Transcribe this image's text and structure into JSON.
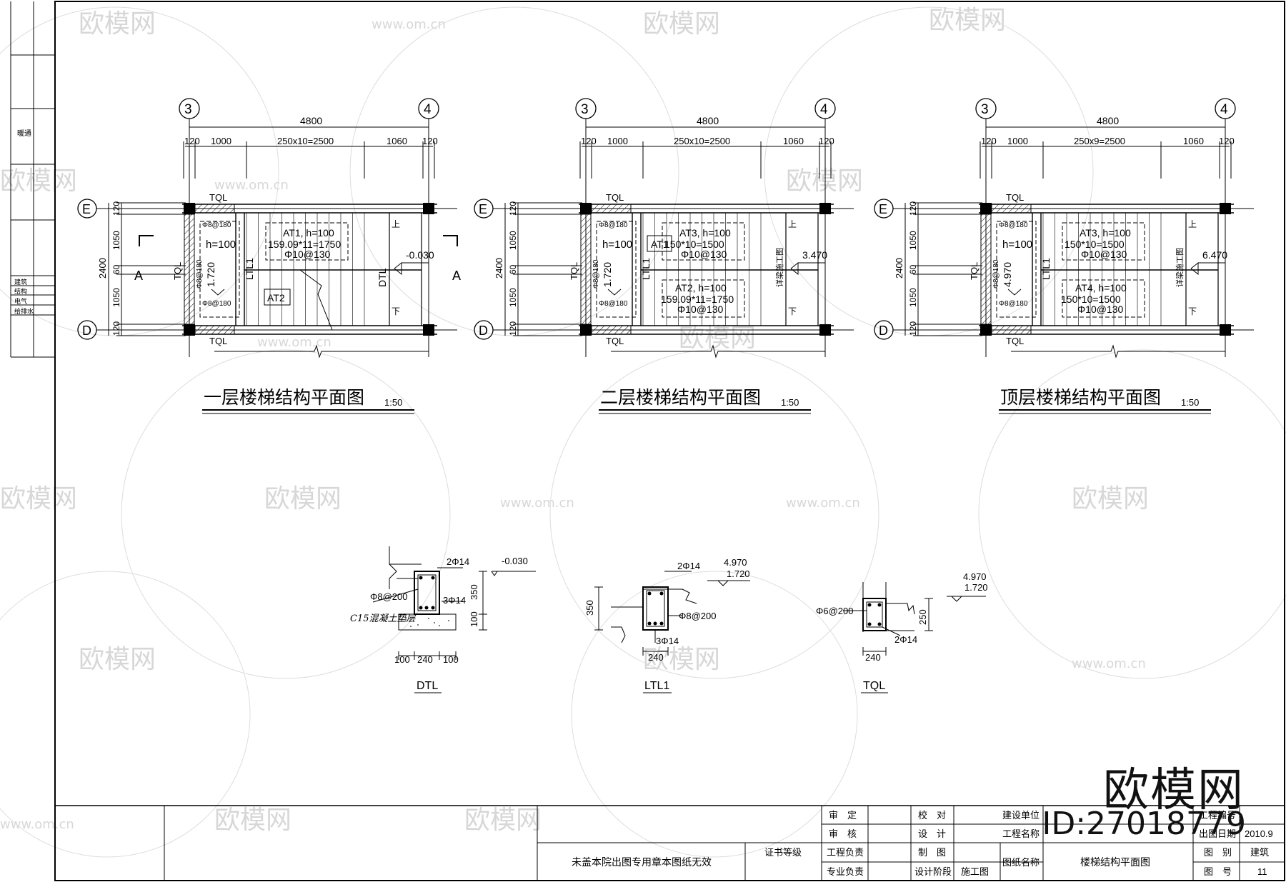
{
  "plans": [
    {
      "title": "一层楼梯结构平面图",
      "scale": "1:50",
      "grid_left": "3",
      "grid_right": "4",
      "grid_top": "E",
      "grid_bottom": "D",
      "total_width": "4800",
      "dims": [
        "120",
        "1000",
        "250x10=2500",
        "1060",
        "120"
      ],
      "vdims": [
        "120",
        "1050",
        "60",
        "1050",
        "120"
      ],
      "vtotal": "2400",
      "beam_top": "TQL",
      "beam_bottom": "TQL",
      "beam_left": "TQL",
      "beam_mid": "LTL1",
      "ltl_level": "1.720",
      "rebar_a": "Φ8@180",
      "rebar_b": "Φ8@180",
      "rebar_c": "Φ8@180",
      "slab_h": "h=100",
      "box1": [
        "AT1, h=100",
        "159.09*11=1750",
        "Φ10@130"
      ],
      "box2": [
        "AT2"
      ],
      "right_label": "DTL",
      "level": "-0.030",
      "section": "A"
    },
    {
      "title": "二层楼梯结构平面图",
      "scale": "1:50",
      "grid_left": "3",
      "grid_right": "4",
      "grid_top": "E",
      "grid_bottom": "D",
      "total_width": "4800",
      "dims": [
        "120",
        "1000",
        "250x10=2500",
        "1060",
        "120"
      ],
      "vdims": [
        "120",
        "1050",
        "60",
        "1050",
        "120"
      ],
      "vtotal": "2400",
      "beam_top": "TQL",
      "beam_bottom": "TQL",
      "beam_left": "TQL",
      "beam_mid": "LTL1",
      "ltl_level": "1.720",
      "rebar_a": "Φ8@180",
      "rebar_b": "Φ8@180",
      "rebar_c": "Φ8@180",
      "slab_h": "h=100",
      "box1": [
        "AT3, h=100",
        "150*10=1500",
        "Φ10@130"
      ],
      "box2": [
        "AT2, h=100",
        "159.09*11=1750",
        "Φ10@130"
      ],
      "left_box": "AT1",
      "right_label": "详梁施工图",
      "level": "3.470"
    },
    {
      "title": "顶层楼梯结构平面图",
      "scale": "1:50",
      "grid_left": "3",
      "grid_right": "4",
      "grid_top": "E",
      "grid_bottom": "D",
      "total_width": "4800",
      "dims": [
        "120",
        "1000",
        "250x9=2500",
        "1060",
        "120"
      ],
      "vdims": [
        "120",
        "1050",
        "60",
        "1050",
        "120"
      ],
      "vtotal": "2400",
      "beam_top": "TQL",
      "beam_bottom": "TQL",
      "beam_left": "TQL",
      "beam_mid": "LTL1",
      "ltl_level": "4.970",
      "rebar_a": "Φ8@180",
      "rebar_b": "Φ8@180",
      "rebar_c": "Φ8@180",
      "slab_h": "h=100",
      "box1": [
        "AT3, h=100",
        "150*10=1500",
        "Φ10@130"
      ],
      "box2": [
        "AT4, h=100",
        "150*10=1500",
        "Φ10@130"
      ],
      "right_label": "详梁施工图",
      "level": "6.470"
    }
  ],
  "plan_marks": {
    "up": "上",
    "down": "下"
  },
  "sections": {
    "dtl": {
      "name": "DTL",
      "top_bar": "2Φ14",
      "stirrup": "Φ8@200",
      "bottom_bar": "3Φ14",
      "level": "-0.030",
      "pad": "C15混凝土垫层",
      "h1": "350",
      "h2": "100",
      "w": [
        "100",
        "240",
        "100"
      ]
    },
    "ltl1": {
      "name": "LTL1",
      "top_bar": "2Φ14",
      "stirrup": "Φ8@200",
      "bottom_bar": "3Φ14",
      "level1": "4.970",
      "level2": "1.720",
      "h": "350",
      "w": "240"
    },
    "tql": {
      "name": "TQL",
      "top_bar": "2Φ14",
      "stirrup": "Φ6@200",
      "level1": "4.970",
      "level2": "1.720",
      "h": "250",
      "w": "240"
    }
  },
  "side_strip": {
    "top": "暖通",
    "labels": [
      "建筑",
      "结构",
      "电气",
      "给排水"
    ]
  },
  "title_block": {
    "notice": "未盖本院出图专用章本图纸无效",
    "cert": "证书等级",
    "r1": [
      "审　定",
      "校　对",
      "建设单位",
      "工程编号"
    ],
    "r2": [
      "审　核",
      "设　计",
      "工程名称",
      "出图日期",
      "2010.9"
    ],
    "r3": [
      "工程负责",
      "制　图",
      "图　别",
      "建筑"
    ],
    "r4": [
      "专业负责",
      "设计阶段",
      "施工图",
      "图纸名称",
      "楼梯结构平面图",
      "图　号",
      "11"
    ]
  },
  "watermark": {
    "brand": "欧模网",
    "url": "www.om.cn"
  },
  "logo": {
    "text": "欧模网",
    "id": "ID:27018779"
  }
}
